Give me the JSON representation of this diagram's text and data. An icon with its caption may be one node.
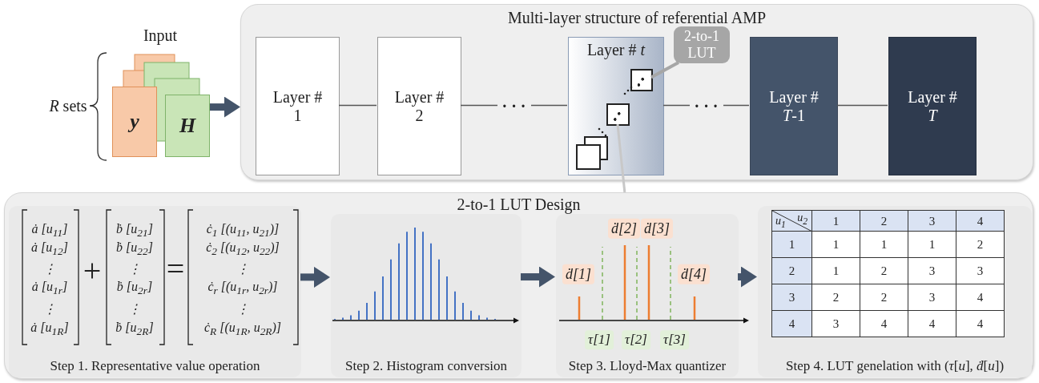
{
  "diagram": {
    "nodes": [
      {
        "text": [
          "Multi-layer structure of referential AMP"
        ]
      },
      {
        "text": [
          "y"
        ]
      },
      {
        "text": [
          "H"
        ]
      },
      {
        "text": [
          "Layer # 1"
        ],
        "in": 0
      },
      {
        "text": [
          "Layer # 2"
        ],
        "in": 0
      },
      {
        "text": [
          "Layer # *t*"
        ],
        "in": 0
      },
      {
        "text": [
          "2-to-1 LUT"
        ],
        "in": 0
      },
      {
        "text": [
          "Layer # *T*-1"
        ],
        "in": 0
      },
      {
        "text": [
          "Layer # *T*"
        ],
        "in": 0
      },
      {
        "text": [],
        "shape": "box",
        "in": 5
      },
      {
        "text": [],
        "shape": "box",
        "in": 5
      },
      {
        "text": [],
        "shape": "box",
        "in": 5
      },
      {
        "text": [
          "2-to-1 LUT Design"
        ]
      },
      {
        "text": [
          "Step 1. Representative value operation"
        ],
        "in": 12
      },
      {
        "text": [
          "Step 2. Histogram conversion"
        ],
        "in": 12
      },
      {
        "text": [
          "Step 3. Lloyd-Max quantizer"
        ],
        "in": 12
      },
      {
        "text": [
          "Step 4. LUT genelation with (*τ*[*u*], *ḋ*[*u*])"
        ],
        "in": 12
      }
    ],
    "edges": [
      {
        "from": 2,
        "to": 0,
        "arrow": "to",
        "style": "thick",
        "color": "#44546a"
      },
      {
        "from": 3,
        "to": 4,
        "arrow": "none"
      },
      {
        "from": 4,
        "to": 5,
        "arrow": "none",
        "label": "· · ·"
      },
      {
        "from": 5,
        "to": 7,
        "arrow": "none",
        "label": "· · ·"
      },
      {
        "from": 7,
        "to": 8,
        "arrow": "none"
      },
      {
        "from": 6,
        "to": 9,
        "arrow": "none",
        "color": "#a6a6a6"
      },
      {
        "from": 10,
        "to": 12,
        "arrow": "none",
        "color": "#c8c8c8"
      },
      {
        "from": 13,
        "to": 14,
        "arrow": "to",
        "style": "thick",
        "color": "#44546a"
      },
      {
        "from": 14,
        "to": 15,
        "arrow": "to",
        "style": "thick",
        "color": "#44546a"
      },
      {
        "from": 15,
        "to": 16,
        "arrow": "to",
        "style": "thick",
        "color": "#44546a"
      }
    ],
    "labels": [
      "Input",
      "*R* sets",
      "ȧ [u$_{11}$]",
      "ȧ [u$_{12}$]",
      "⋮",
      "ȧ [u$_{1r}$]",
      "⋮",
      "ȧ [u$_{1R}$]",
      "+",
      "ḃ [u$_{21}$]",
      "ḃ [u$_{22}$]",
      "⋮",
      "ḃ [u$_{2r}$]",
      "⋮",
      "ḃ [u$_{2R}$]",
      "=",
      "ċ$_{1}$ [(u$_{11}$, u$_{21}$)]",
      "ċ$_{2}$ [(u$_{12}$, u$_{22}$)]",
      "⋮",
      "ċ$_{r}$ [(u$_{1r}$, u$_{2r}$)]",
      "⋮",
      "ċ$_{R}$ [(u$_{1R}$, u$_{2R}$)]",
      "ḋ[1]",
      "ḋ[2]",
      "ḋ[3]",
      "ḋ[4]",
      "τ[1]",
      "τ[2]",
      "τ[3]",
      "u$_{1}$",
      "u$_{2}$",
      "1",
      "2",
      "3",
      "4",
      "1",
      "1",
      "1",
      "1",
      "2",
      "2",
      "1",
      "2",
      "3",
      "3",
      "3",
      "2",
      "2",
      "3",
      "4",
      "4",
      "3",
      "4",
      "4",
      "4"
    ]
  }
}
